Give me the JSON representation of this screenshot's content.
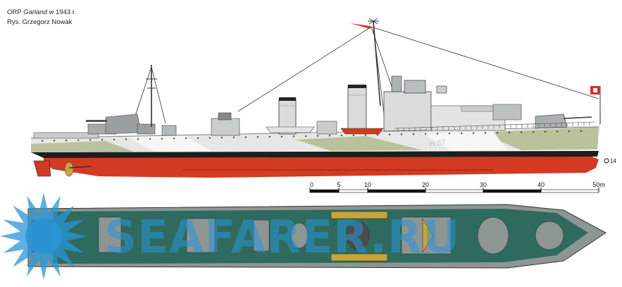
{
  "caption": {
    "ship_prefix": "ORP",
    "ship_name": "Garland",
    "year_text": "w 1943 r.",
    "credit": "Rys. Grzegorz Nowak"
  },
  "hull_number": "H 37",
  "draft_mark": "14",
  "scale_bar": {
    "unit": "m",
    "ticks": [
      {
        "value": 0,
        "label": "0"
      },
      {
        "value": 5,
        "label": "5"
      },
      {
        "value": 10,
        "label": "10"
      },
      {
        "value": 20,
        "label": "20"
      },
      {
        "value": 30,
        "label": "30"
      },
      {
        "value": 40,
        "label": "40"
      },
      {
        "value": 50,
        "label": "50m"
      }
    ]
  },
  "watermark": {
    "text": "SEAFARER.RU"
  },
  "colors": {
    "hull_light": "#e6e8e6",
    "camo_green": "#b9c29a",
    "camo_white": "#f7f8f6",
    "boot_black": "#1e1e1e",
    "antifouling_red": "#d23a22",
    "deck_green": "#2f6a5e",
    "deck_grey": "#8e9694",
    "watermark_blue": "#2a96d7",
    "flag_red": "#d83030"
  }
}
